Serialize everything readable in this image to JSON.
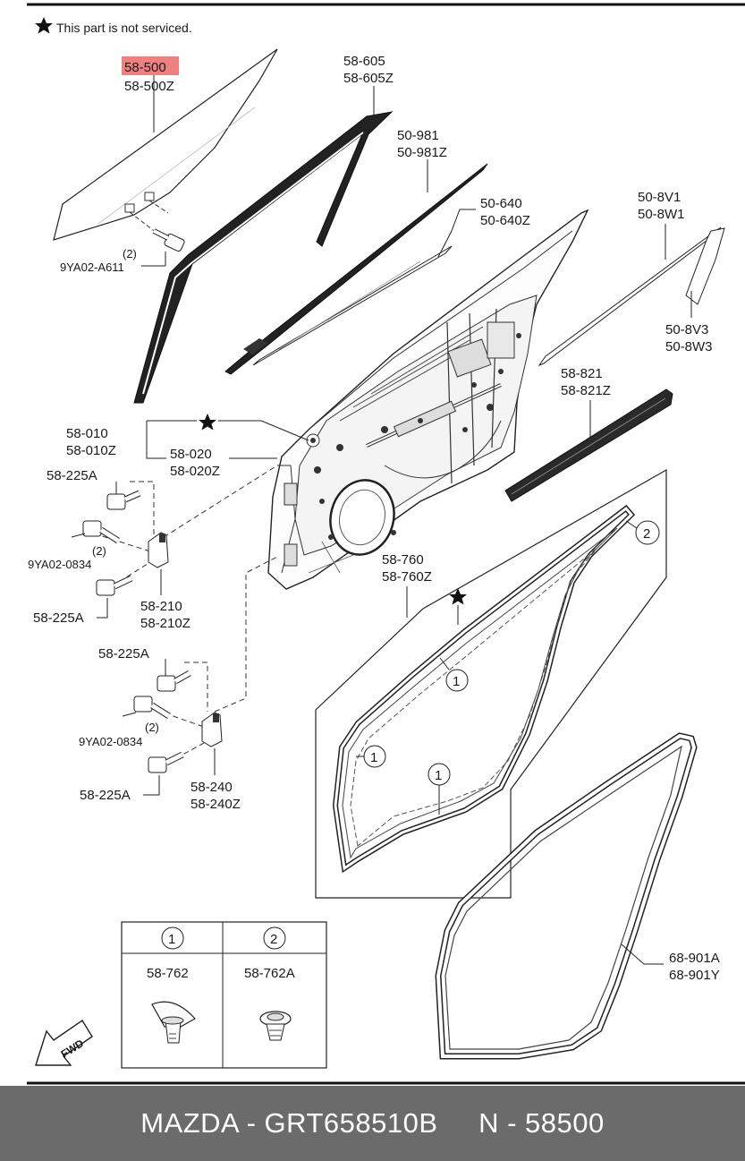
{
  "note": "This part is not serviced.",
  "labels": {
    "glass": [
      "58-500",
      "58-500Z"
    ],
    "glass_bolt": [
      "(2)",
      "9YA02-A611"
    ],
    "channel": [
      "58-605",
      "58-605Z"
    ],
    "outer_weather": [
      "50-981",
      "50-981Z"
    ],
    "molding": [
      "50-640",
      "50-640Z"
    ],
    "garnish_upper": [
      "50-8V1",
      "50-8W1"
    ],
    "garnish_lower": [
      "50-8V3",
      "50-8W3"
    ],
    "lower_molding": [
      "58-821",
      "58-821Z"
    ],
    "door_outer": [
      "58-010",
      "58-010Z"
    ],
    "door_inner": [
      "58-020",
      "58-020Z"
    ],
    "upper_bolt_top": [
      "58-225A"
    ],
    "upper_bolt_mid": [
      "(2)",
      "9YA02-0834"
    ],
    "upper_bolt_bot": [
      "58-225A"
    ],
    "upper_hinge": [
      "58-210",
      "58-210Z"
    ],
    "lower_bolt_top": [
      "58-225A"
    ],
    "lower_bolt_mid": [
      "(2)",
      "9YA02-0834"
    ],
    "lower_bolt_bot": [
      "58-225A"
    ],
    "lower_hinge": [
      "58-240",
      "58-240Z"
    ],
    "weatherstrip": [
      "58-760",
      "58-760Z"
    ],
    "opening_seal": [
      "68-901A",
      "68-901Y"
    ]
  },
  "callouts": [
    "1",
    "2"
  ],
  "legend": {
    "col1_key": "1",
    "col2_key": "2",
    "col1_part": "58-762",
    "col2_part": "58-762A"
  },
  "fwd_label": "FWD",
  "highlight_color": "#f08080",
  "footer": "MAZDA - GRT658510B     N - 58500"
}
